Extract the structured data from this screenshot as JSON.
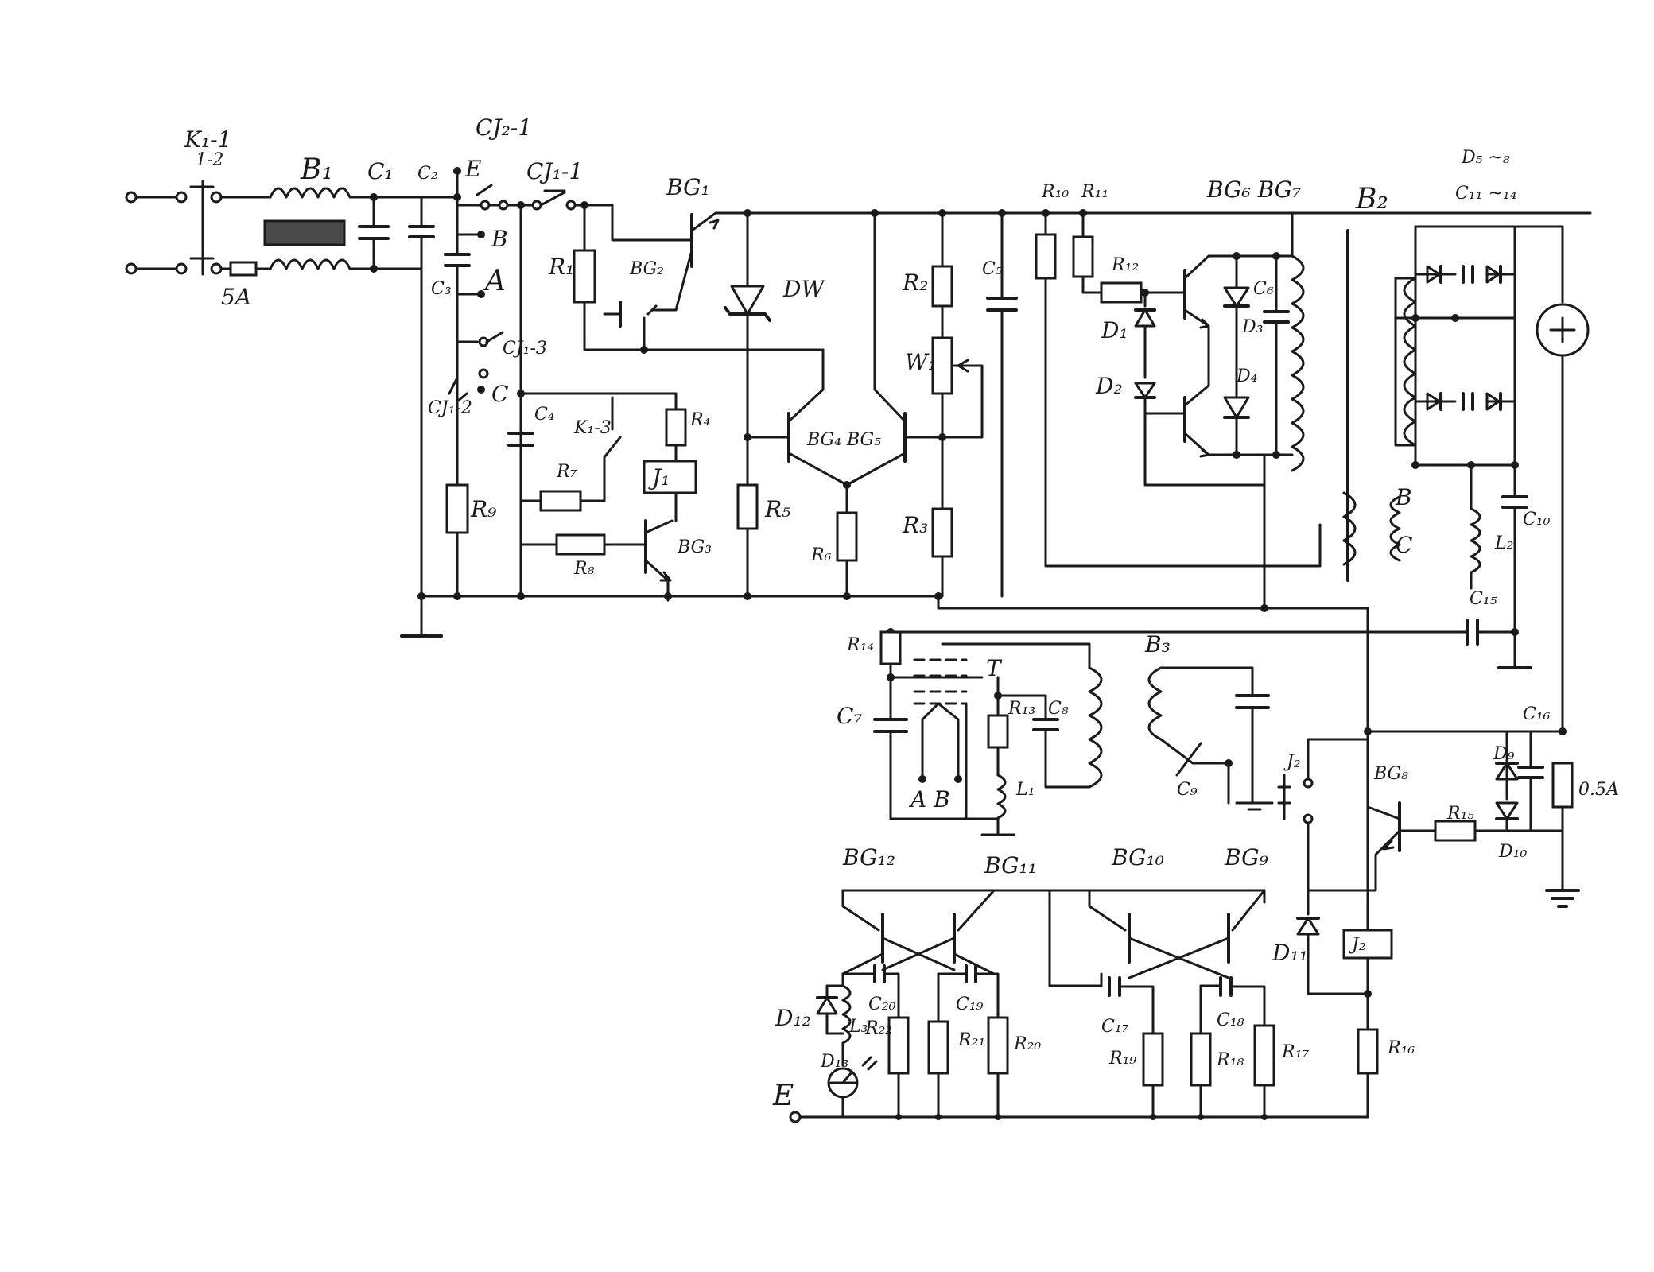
{
  "labels": {
    "k1": "K₁-1",
    "k1b": "1-2",
    "b1": "B₁",
    "c1": "C₁",
    "c2": "C₂",
    "e_top": "E",
    "cj2": "CJ₂-1",
    "cj1_1": "CJ₁-1",
    "bg1": "BG₁",
    "bg2": "BG₂",
    "dw": "DW",
    "r10": "R₁₀",
    "r11": "R₁₁",
    "bg6": "BG₆ BG₇",
    "b2": "B₂",
    "d5": "D₅ ~₈",
    "c11": "C₁₁ ~₁₄",
    "fuse": "5A",
    "b_sw": "B",
    "a_sw": "A",
    "c3": "C₃",
    "c_sw": "C",
    "cj1_2": "CJ₁-2",
    "cj1_3": "CJ₁-3",
    "r9": "R₉",
    "r1": "R₁",
    "c4": "C₄",
    "k13": "K₁-3",
    "r4": "R₄",
    "j1": "J₁",
    "r7": "R₇",
    "r8": "R₈",
    "bg3": "BG₃",
    "r5": "R₅",
    "bg45": "BG₄ BG₅",
    "r6": "R₆",
    "r2": "R₂",
    "w1": "W₁",
    "r3": "R₃",
    "c5": "C₅",
    "r12": "R₁₂",
    "c6": "C₆",
    "d1": "D₁",
    "d2": "D₂",
    "d3": "D₃",
    "d4": "D₄",
    "b_tr": "B",
    "c_tr": "C",
    "l2": "L₂",
    "c10": "C₁₀",
    "c15": "C₁₅",
    "r14": "R₁₄",
    "t": "T",
    "b3": "B₃",
    "c7": "C₇",
    "r13": "R₁₃",
    "c8": "C₈",
    "c9": "C₉",
    "l1": "L₁",
    "ab": "A  B",
    "j2sw": "J₂",
    "c16": "C₁₆",
    "bg8": "BG₈",
    "d9": "D₉",
    "r15": "R₁₅",
    "d10": "D₁₀",
    "fuse2": "0.5A",
    "bg12": "BG₁₂",
    "bg11": "BG₁₁",
    "bg10": "BG₁₀",
    "bg9": "BG₉",
    "d11": "D₁₁",
    "j2": "J₂",
    "d12": "D₁₂",
    "c20": "C₂₀",
    "c19": "C₁₉",
    "l3": "L₃",
    "r22": "R₂₂",
    "r21": "R₂₁",
    "r20": "R₂₀",
    "c17": "C₁₇",
    "c18": "C₁₈",
    "r19": "R₁₉",
    "r18": "R₁₈",
    "r17": "R₁₇",
    "r16": "R₁₆",
    "d13": "D₁₃",
    "e_bottom": "E"
  }
}
